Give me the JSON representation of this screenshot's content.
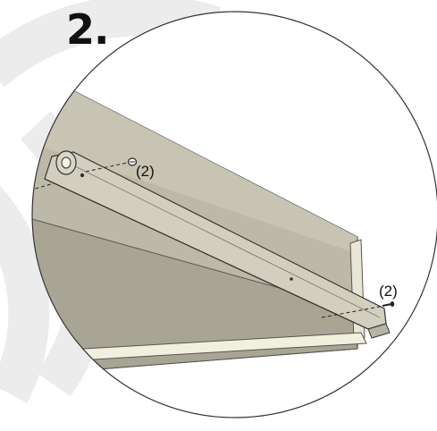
{
  "step": {
    "number_label": "2."
  },
  "callouts": [
    {
      "label": "(2)",
      "icon": "screw-icon"
    },
    {
      "label": "(2)",
      "icon": "screw-icon"
    }
  ],
  "colors": {
    "panel": "#bdb9a8",
    "panel_shadow": "#9f9b8c",
    "rail_face": "#d2cfbf",
    "rail_edge": "#a8a594",
    "base_light": "#f1efdd",
    "watermark": "#ececec",
    "outline": "#333333"
  }
}
